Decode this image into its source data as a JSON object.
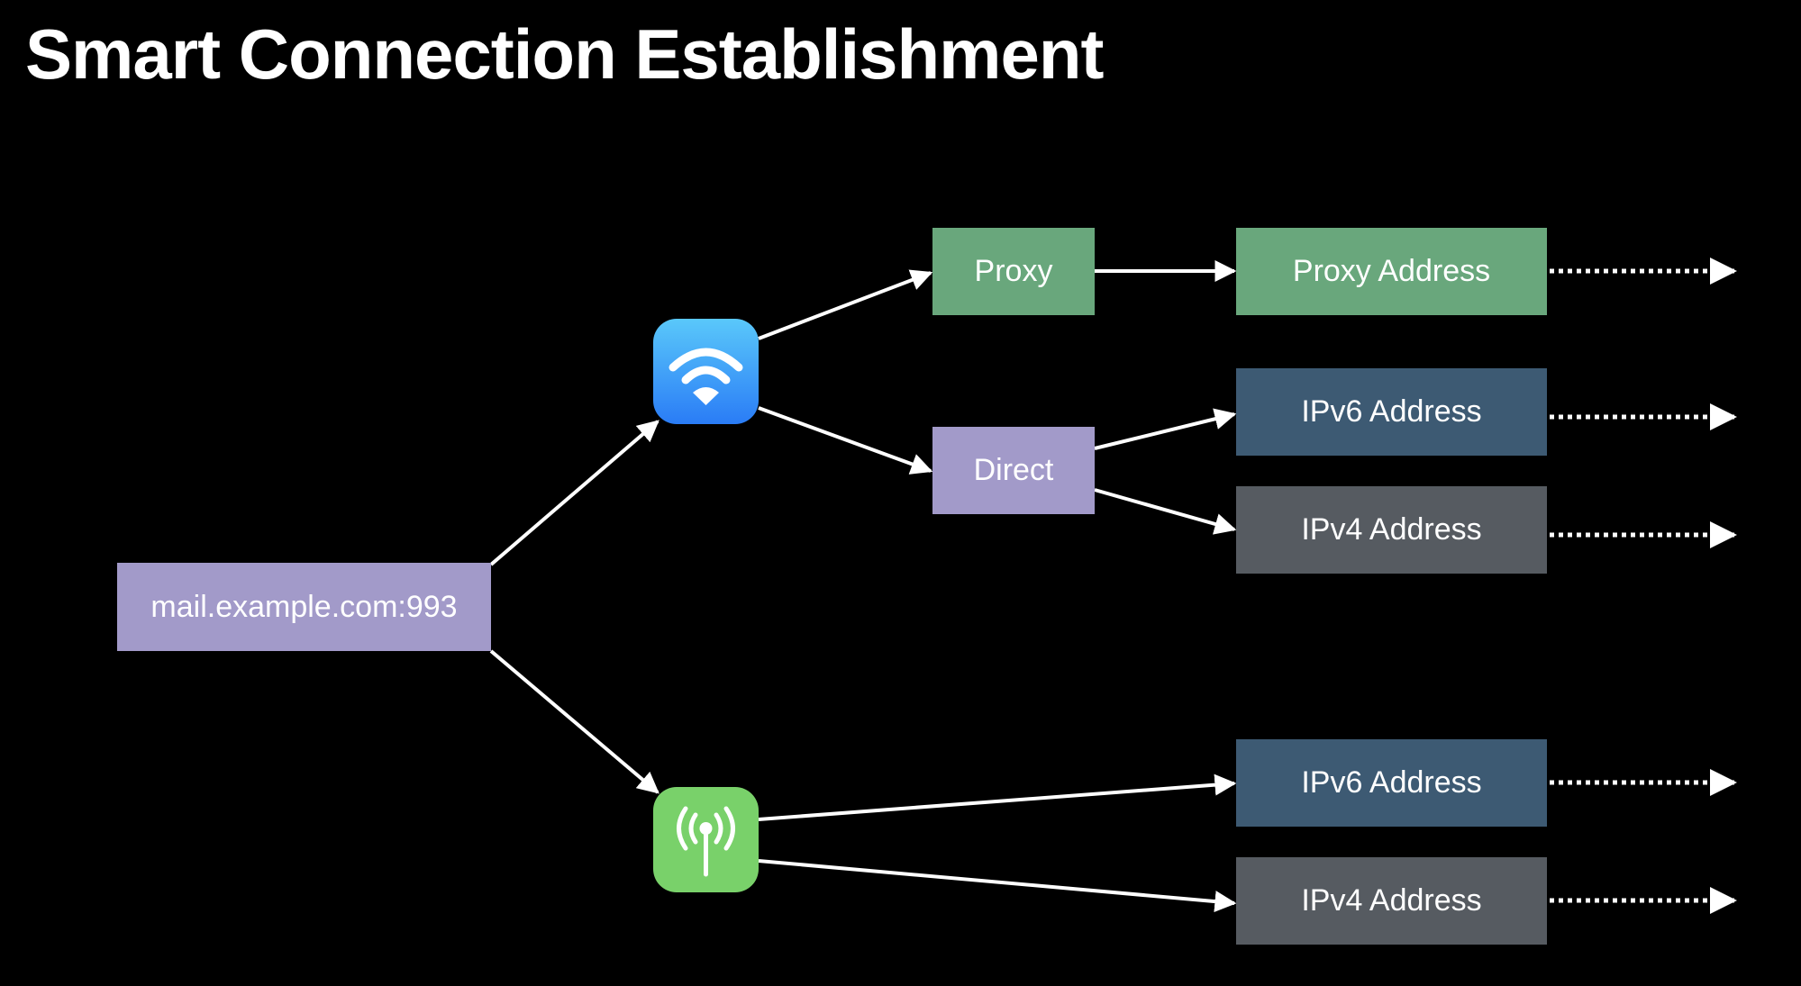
{
  "title": "Smart Connection Establishment",
  "colors": {
    "background": "#000000",
    "host_purple": "#a29ac9",
    "proxy_green": "#69a77c",
    "ipv6_blue": "#3d5a73",
    "ipv4_gray": "#565b61",
    "wifi_blue": "#2f8ef4",
    "cellular_green": "#79d16a",
    "line": "#ffffff"
  },
  "nodes": {
    "host": {
      "label": "mail.example.com:993"
    },
    "wifi": {
      "icon": "wifi-icon"
    },
    "cellular": {
      "icon": "cellular-antenna-icon"
    },
    "proxy": {
      "label": "Proxy"
    },
    "direct": {
      "label": "Direct"
    },
    "proxy_address": {
      "label": "Proxy Address"
    },
    "wifi_ipv6": {
      "label": "IPv6 Address"
    },
    "wifi_ipv4": {
      "label": "IPv4 Address"
    },
    "cell_ipv6": {
      "label": "IPv6 Address"
    },
    "cell_ipv4": {
      "label": "IPv4 Address"
    }
  }
}
